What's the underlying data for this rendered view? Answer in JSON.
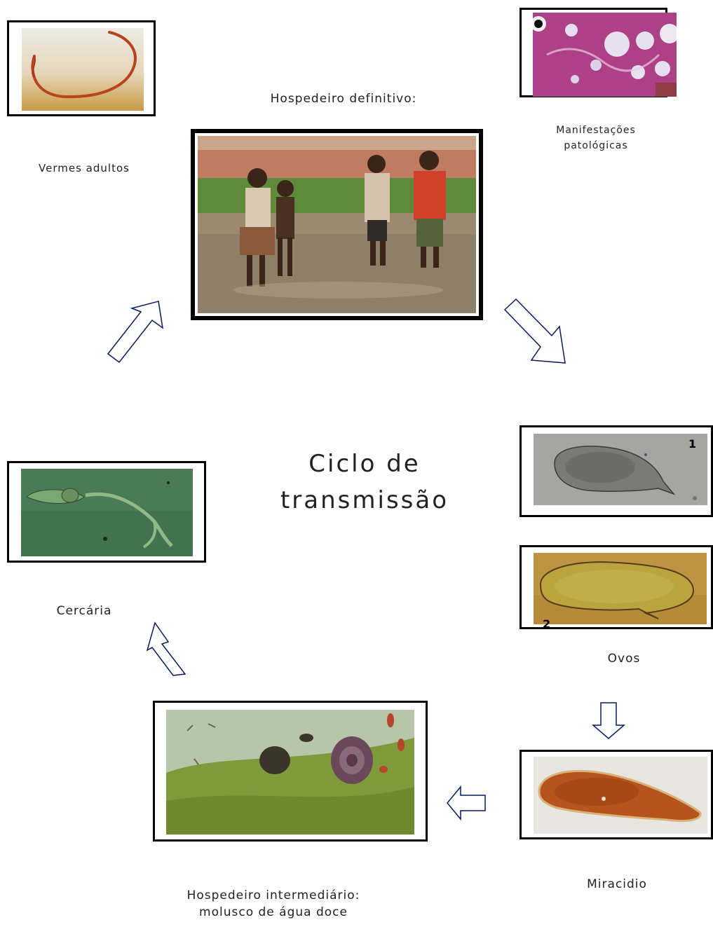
{
  "labels": {
    "adult_worms": "Vermes adultos",
    "definitive_host": "Hospedeiro definitivo:",
    "pathology_line1": "Manifestações",
    "pathology_line2": "patológicas",
    "cycle_line1": "Ciclo de",
    "cycle_line2": "transmissão",
    "eggs": "Ovos",
    "cercaria": "Cercária",
    "miracidium": "Miracidio",
    "intermediate_host_line1": "Hospedeiro intermediário:",
    "intermediate_host_line2": "molusco de água doce"
  },
  "egg_numbers": {
    "first": "1",
    "second": "2"
  },
  "images": {
    "adult_worms": "photo of red adult worm on light background",
    "pathology": "histology slide stained pink and purple with pale granulomas",
    "children": "photo of children standing in muddy water",
    "egg_1": "grey micrograph of egg with lateral spine",
    "egg_2": "yellow micrograph of egg with spine",
    "cercaria": "green micrograph of cercaria with forked tail",
    "snail": "photo of snails on green leaf in water",
    "miracidium": "orange micrograph of ciliated miracidium"
  },
  "colors": {
    "arrow_stroke": "#0a1a5e",
    "frame": "#000000"
  }
}
